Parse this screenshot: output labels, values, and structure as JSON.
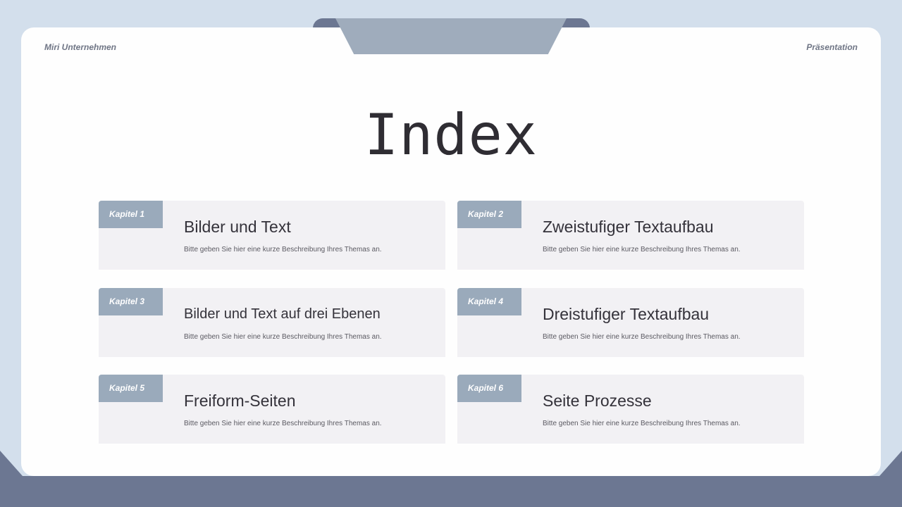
{
  "header": {
    "company": "Miri Unternehmen",
    "doc_type": "Präsentation"
  },
  "title": "Index",
  "chapters": [
    {
      "badge": "Kapitel 1",
      "title": "Bilder und Text",
      "description": "Bitte geben Sie hier eine kurze Beschreibung Ihres Themas an."
    },
    {
      "badge": "Kapitel 2",
      "title": "Zweistufiger Textaufbau",
      "description": "Bitte geben Sie hier eine kurze Beschreibung Ihres Themas an."
    },
    {
      "badge": "Kapitel 3",
      "title": "Bilder und Text auf drei Ebenen",
      "description": "Bitte geben Sie hier eine kurze Beschreibung Ihres Themas an."
    },
    {
      "badge": "Kapitel 4",
      "title": "Dreistufiger Textaufbau",
      "description": "Bitte geben Sie hier eine kurze Beschreibung Ihres Themas an."
    },
    {
      "badge": "Kapitel 5",
      "title": "Freiform-Seiten",
      "description": "Bitte geben Sie hier eine kurze Beschreibung Ihres Themas an."
    },
    {
      "badge": "Kapitel 6",
      "title": "Seite Prozesse",
      "description": "Bitte geben Sie hier eine kurze Beschreibung Ihres Themas an."
    }
  ],
  "colors": {
    "background": "#d3dfec",
    "footer_band": "#6c7792",
    "tab": "#9facbc",
    "badge": "#9aaabb",
    "item_bg": "#f2f1f4",
    "text_dark": "#2f2d33"
  }
}
